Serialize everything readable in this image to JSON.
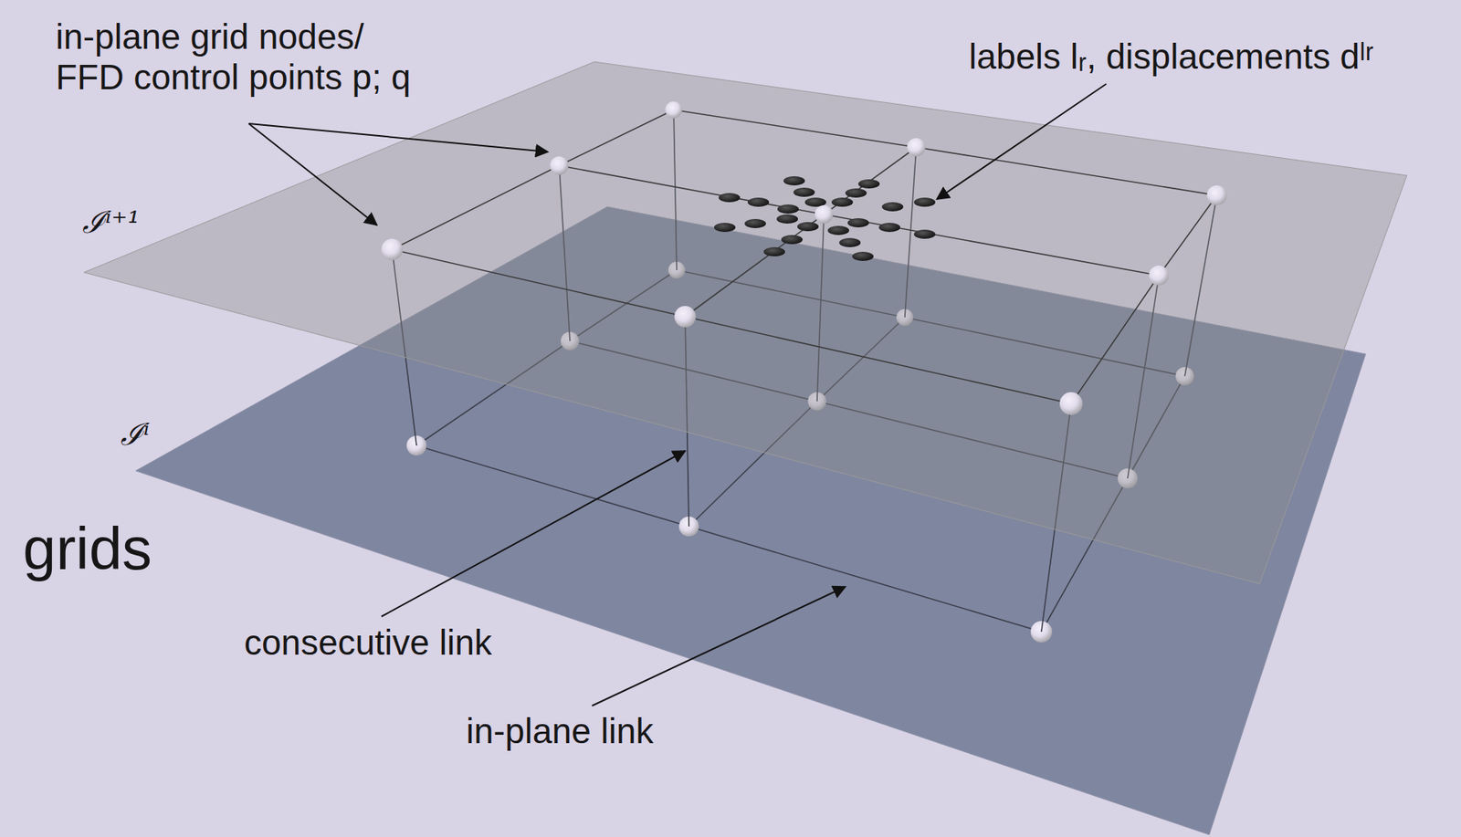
{
  "diagram": {
    "labels": [
      "in-plane grid nodes/ FFD control points p; q",
      "labels lᵣ, displacements dˡʳ",
      "ℐⁱ⁺¹",
      "ℐⁱ",
      "grids",
      "consecutive link",
      "in-plane link"
    ]
  }
}
